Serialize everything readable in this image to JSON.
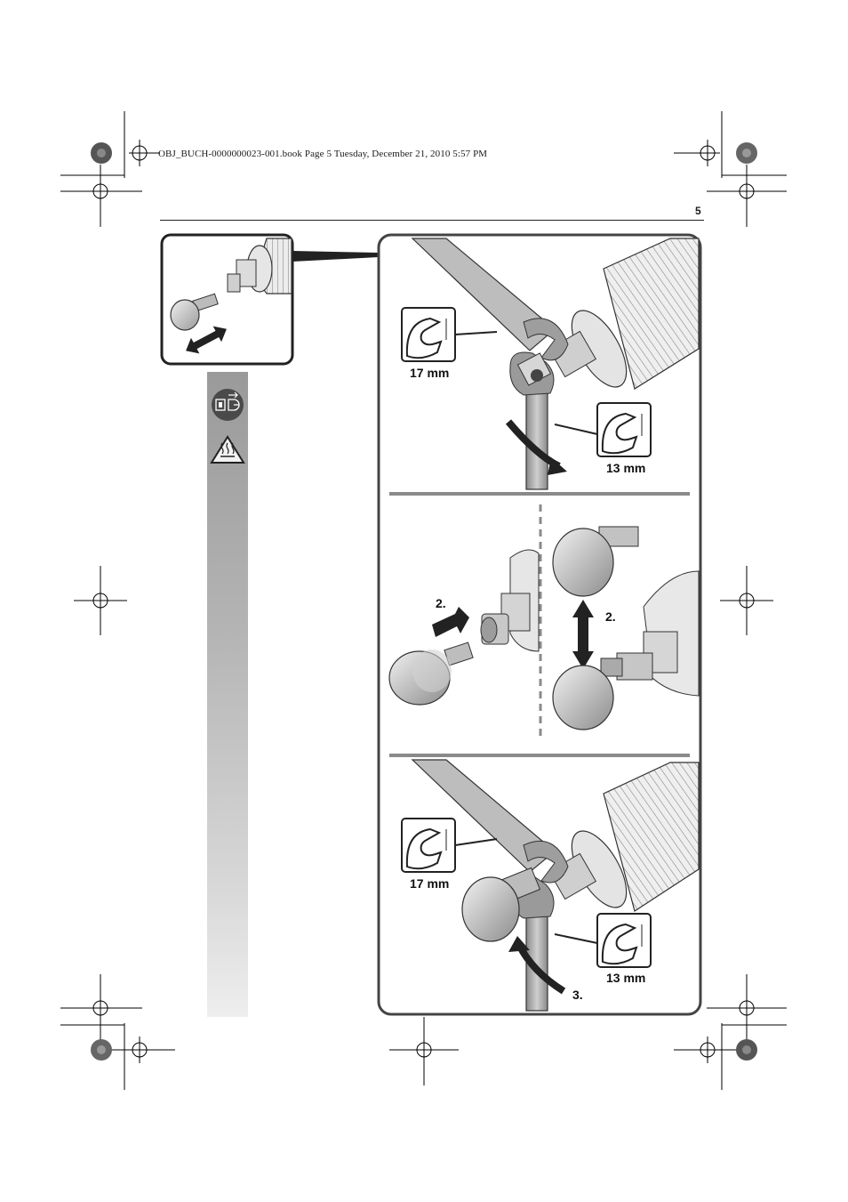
{
  "header": {
    "running_head": "OBJ_BUCH-0000000023-001.book  Page 5  Tuesday, December 21, 2010  5:57 PM",
    "page_number": "5"
  },
  "figures": {
    "panel_1": {
      "wrench_top_size": "17 mm",
      "wrench_bottom_size": "13 mm"
    },
    "panel_2": {
      "step_left": "2.",
      "step_right": "2."
    },
    "panel_3": {
      "wrench_top_size": "17 mm",
      "wrench_bottom_size": "13 mm",
      "step": "3."
    }
  },
  "sidebar": {
    "icons": [
      "unplug-icon",
      "hot-surface-warning-icon"
    ]
  }
}
